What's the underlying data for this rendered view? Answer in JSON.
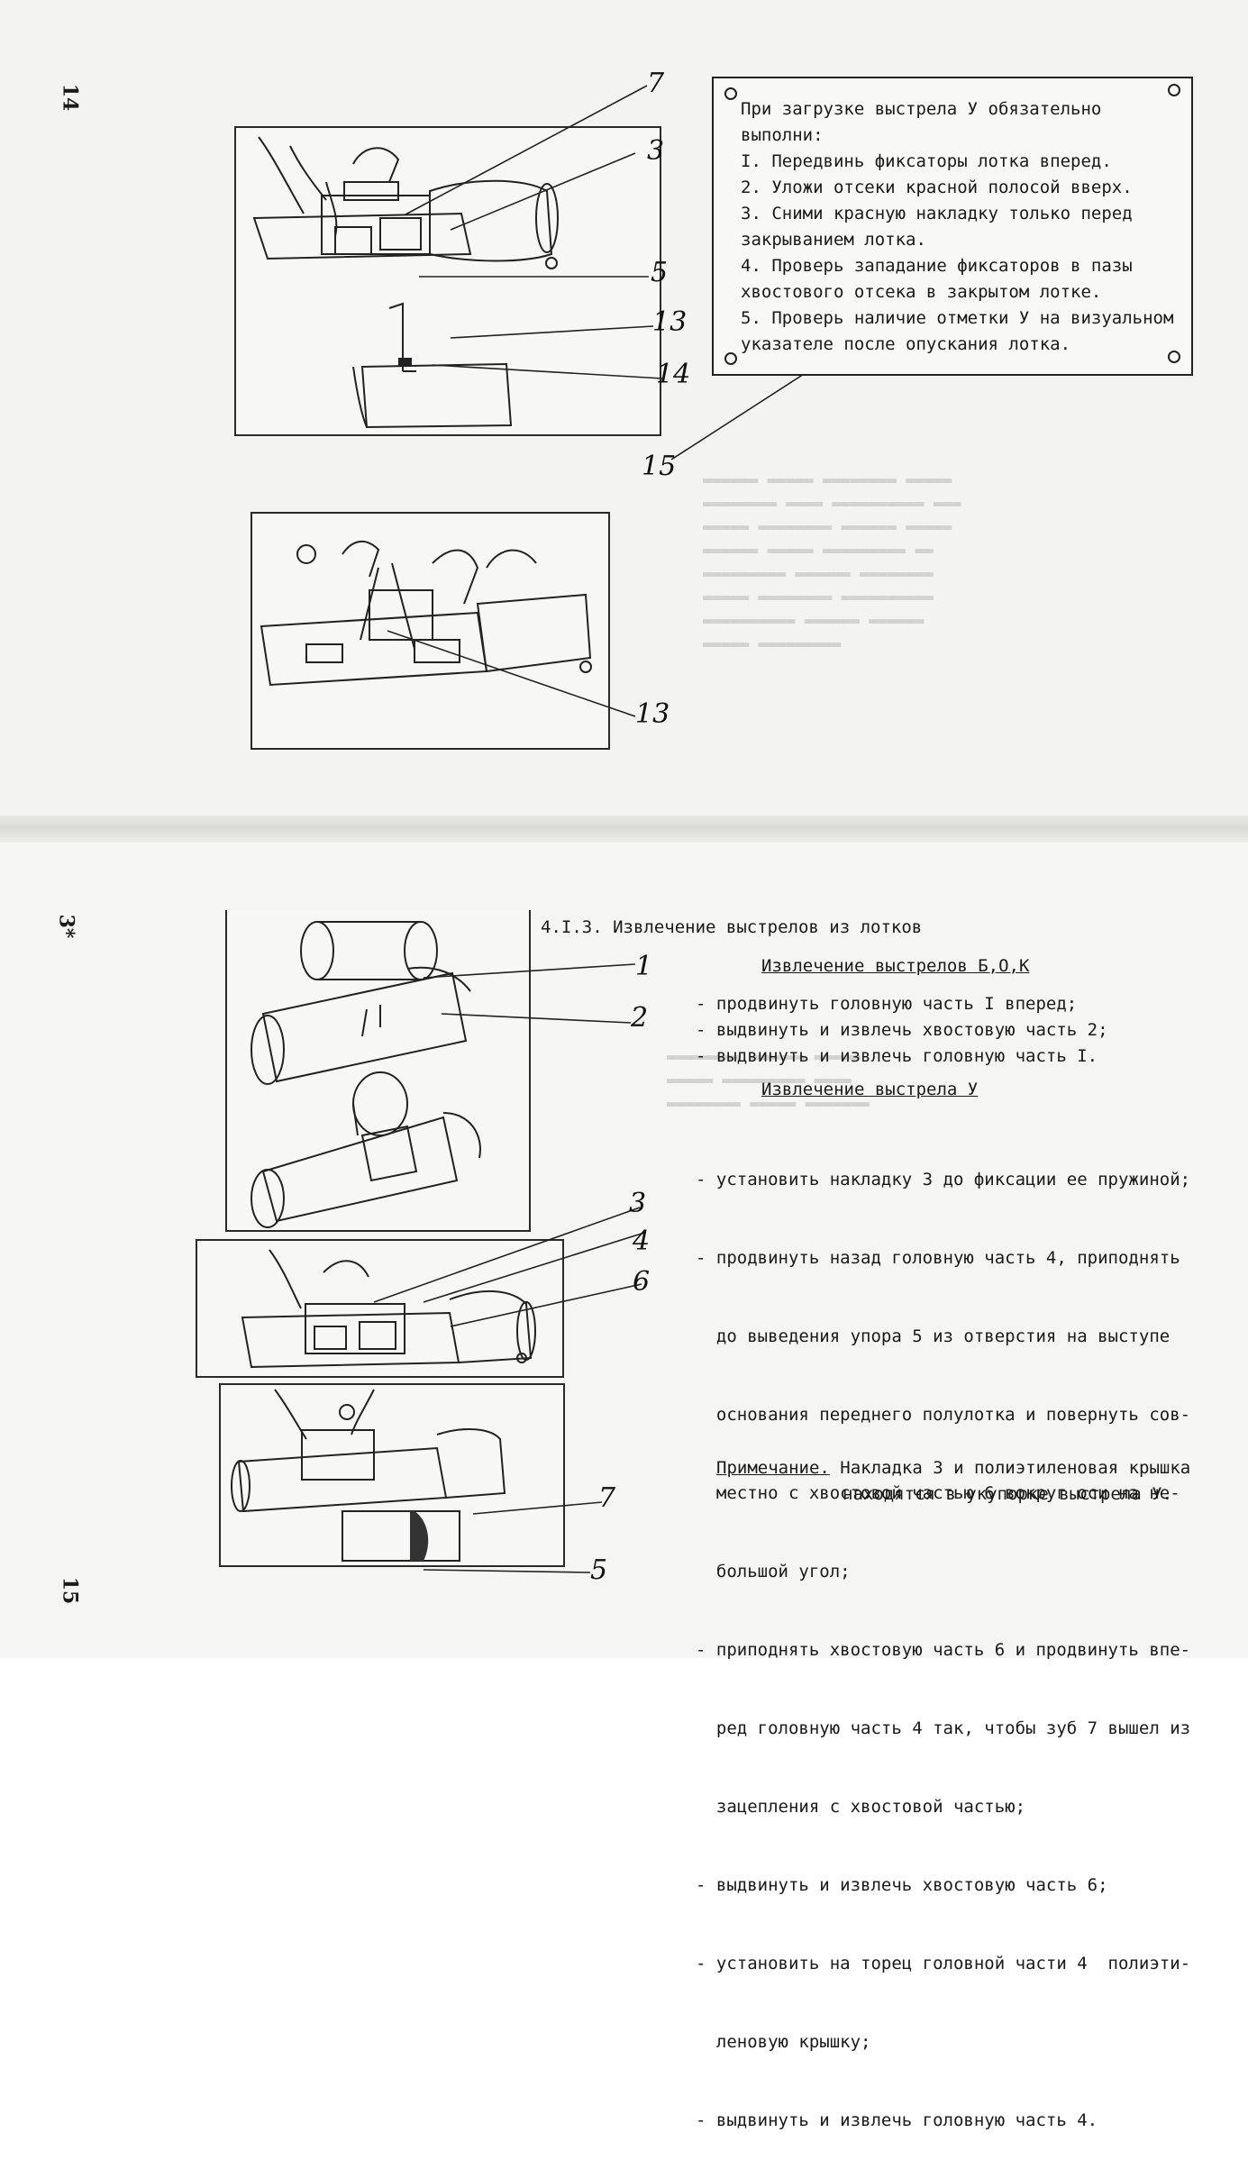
{
  "pages": {
    "top_number": "14",
    "bottom_marker": "3*",
    "bottom_number": "15"
  },
  "top_figure": {
    "callouts": [
      "7",
      "3",
      "5",
      "13",
      "14",
      "15"
    ]
  },
  "second_figure": {
    "callouts": [
      "13"
    ]
  },
  "notice": {
    "title": "При загрузке выстрела У обязательно выполни:",
    "items": [
      "I. Передвинь фиксаторы лотка вперед.",
      "2. Уложи отсеки красной полосой вверх.",
      "3. Сними красную накладку только перед закрыванием лотка.",
      "4. Проверь западание фиксаторов в пазы хвостового отсека в закрытом лотке.",
      "5. Проверь наличие отметки  У  на визуальном указателе после опускания лотка."
    ]
  },
  "bottom_figure": {
    "callouts": [
      "1",
      "2",
      "3",
      "4",
      "6",
      "7",
      "5"
    ]
  },
  "section": {
    "heading": "4.I.3. Извлечение выстрелов из лотков",
    "sub1": "Извлечение  выстрелов Б,О,К",
    "list1": [
      "- продвинуть головную часть I вперед;",
      "- выдвинуть и извлечь хвостовую часть 2;",
      "- выдвинуть и извлечь головную часть I."
    ],
    "sub2": "Извлечение выстрела У",
    "list2": [
      "- установить накладку 3 до фиксации ее пружиной;",
      "- продвинуть назад головную часть 4, приподнять",
      "  до выведения упора 5 из отверстия на выступе",
      "  основания переднего полулотка и повернуть сов-",
      "  местно с хвостовой частью 6 вокруг оси на не-",
      "  большой угол;",
      "- приподнять хвостовую часть 6 и продвинуть впе-",
      "  ред головную часть 4 так, чтобы зуб 7 вышел из",
      "  зацепления с хвостовой частью;",
      "- выдвинуть и извлечь хвостовую часть 6;",
      "- установить на торец головной части 4  полиэти-",
      "  леновую крышку;",
      "- выдвинуть и извлечь головную часть 4."
    ],
    "note_label": "Примечание.",
    "note_line1": " Накладка 3 и полиэтиленовая крышка",
    "note_line2": "находятся в укупорке выстрела У."
  }
}
